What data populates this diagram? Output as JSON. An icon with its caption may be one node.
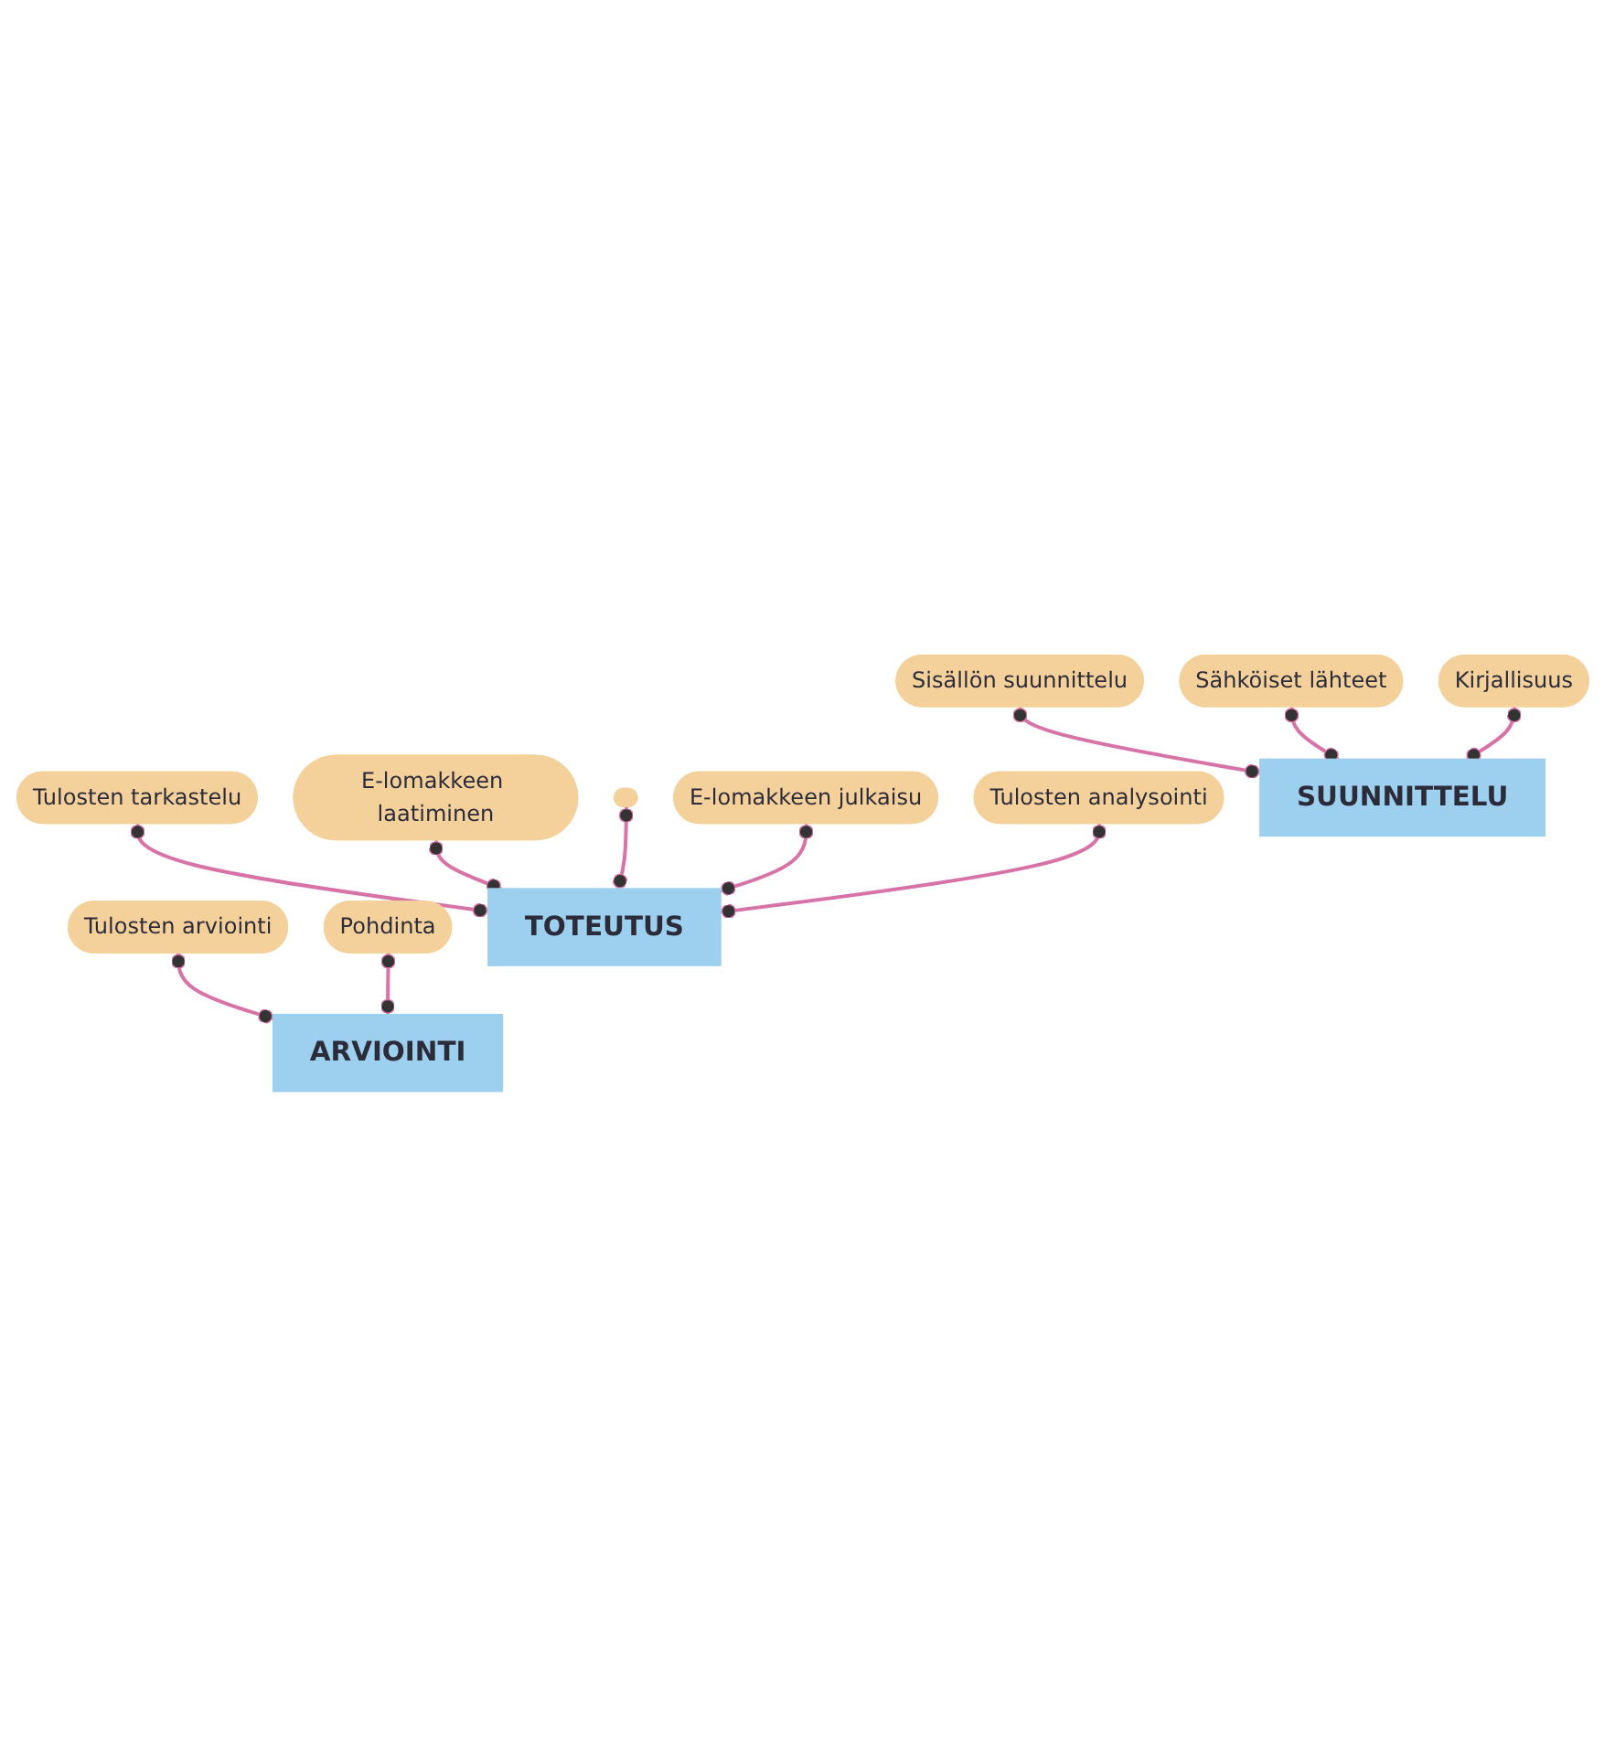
{
  "diagram": {
    "nodes": [
      {
        "text": [
          "Sisällön suunnittelu"
        ]
      },
      {
        "text": [
          "Sähköiset lähteet"
        ]
      },
      {
        "text": [
          "Kirjallisuus"
        ]
      },
      {
        "text": [
          "SUUNNITTELU"
        ]
      },
      {
        "text": [
          "Tulosten tarkastelu"
        ]
      },
      {
        "text": [
          "E-lomakkeen laatiminen"
        ]
      },
      {
        "text": [
          "TOTEUTUS"
        ]
      },
      {
        "text": [],
        "shape": "ellipse"
      },
      {
        "text": [
          "E-lomakkeen julkaisu"
        ]
      },
      {
        "text": [
          "Tulosten analysointi"
        ]
      },
      {
        "text": [
          "ARVIOINTI"
        ]
      },
      {
        "text": [
          "Tulosten arviointi"
        ]
      },
      {
        "text": [
          "Pohdinta"
        ]
      }
    ],
    "edges": [
      {
        "from": 0,
        "to": 3,
        "arrow": "other"
      },
      {
        "from": 1,
        "to": 3,
        "arrow": "other"
      },
      {
        "from": 2,
        "to": 3,
        "arrow": "other"
      },
      {
        "from": 4,
        "to": 6,
        "arrow": "other"
      },
      {
        "from": 5,
        "to": 6,
        "arrow": "other"
      },
      {
        "from": 7,
        "to": 6,
        "arrow": "other"
      },
      {
        "from": 8,
        "to": 6,
        "arrow": "other"
      },
      {
        "from": 9,
        "to": 6,
        "arrow": "other"
      },
      {
        "from": 11,
        "to": 10,
        "arrow": "other"
      },
      {
        "from": 12,
        "to": 10,
        "arrow": "other"
      }
    ]
  }
}
